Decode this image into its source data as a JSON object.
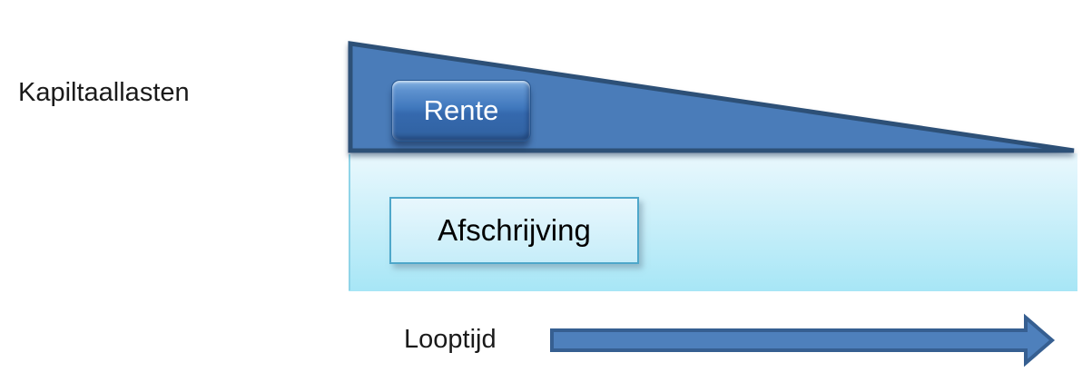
{
  "diagram": {
    "y_axis_label": "Kapiltaallasten",
    "x_axis_label": "Looptijd",
    "boxes": {
      "rente": "Rente",
      "afschrijving": "Afschrijving"
    },
    "colors": {
      "interest_triangle_fill": "#4a7cb9",
      "interest_triangle_border": "#2d5077",
      "depreciation_area_top": "#eaf8fd",
      "depreciation_area_bottom": "#a7e6f6",
      "depreciation_area_edge": "#8fd4e8",
      "rente_button_blue": "#3f74ba",
      "afschrijving_box_border": "#4ea7ca",
      "arrow_fill": "#4e80bc",
      "arrow_border": "#365f91",
      "background": "#ffffff"
    }
  }
}
